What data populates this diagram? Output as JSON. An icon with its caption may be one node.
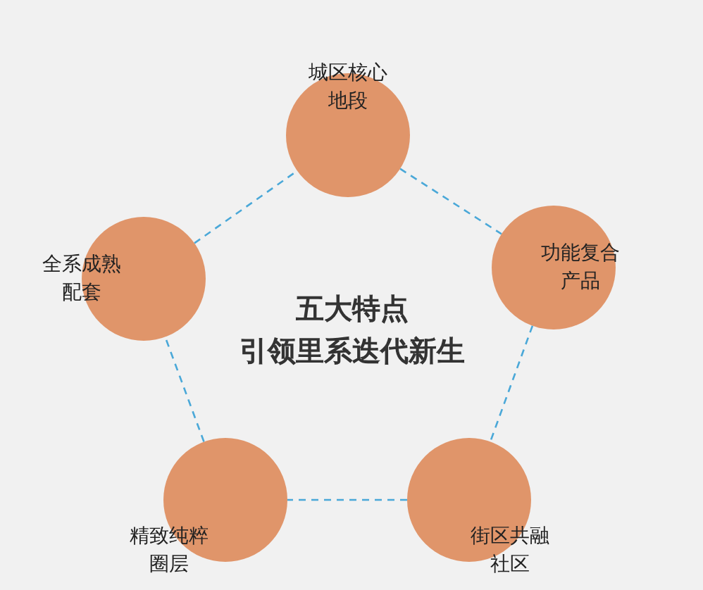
{
  "diagram": {
    "nodes": [
      {
        "text": [
          "城区核心地段"
        ]
      },
      {
        "text": [
          "功能复合产品"
        ]
      },
      {
        "text": [
          "全系成熟配套"
        ]
      },
      {
        "text": [
          "精致纯粹圈层"
        ]
      },
      {
        "text": [
          "街区共融社区"
        ]
      }
    ],
    "edges": [
      {
        "from": 0,
        "to": 1,
        "arrow": "none",
        "style": "dashed"
      },
      {
        "from": 1,
        "to": 4,
        "arrow": "none",
        "style": "dashed"
      },
      {
        "from": 4,
        "to": 3,
        "arrow": "none",
        "style": "dashed"
      },
      {
        "from": 3,
        "to": 2,
        "arrow": "none",
        "style": "dashed"
      },
      {
        "from": 2,
        "to": 0,
        "arrow": "none",
        "style": "dashed"
      }
    ],
    "labels": [
      "五大特点",
      "引领里系迭代新生"
    ]
  }
}
